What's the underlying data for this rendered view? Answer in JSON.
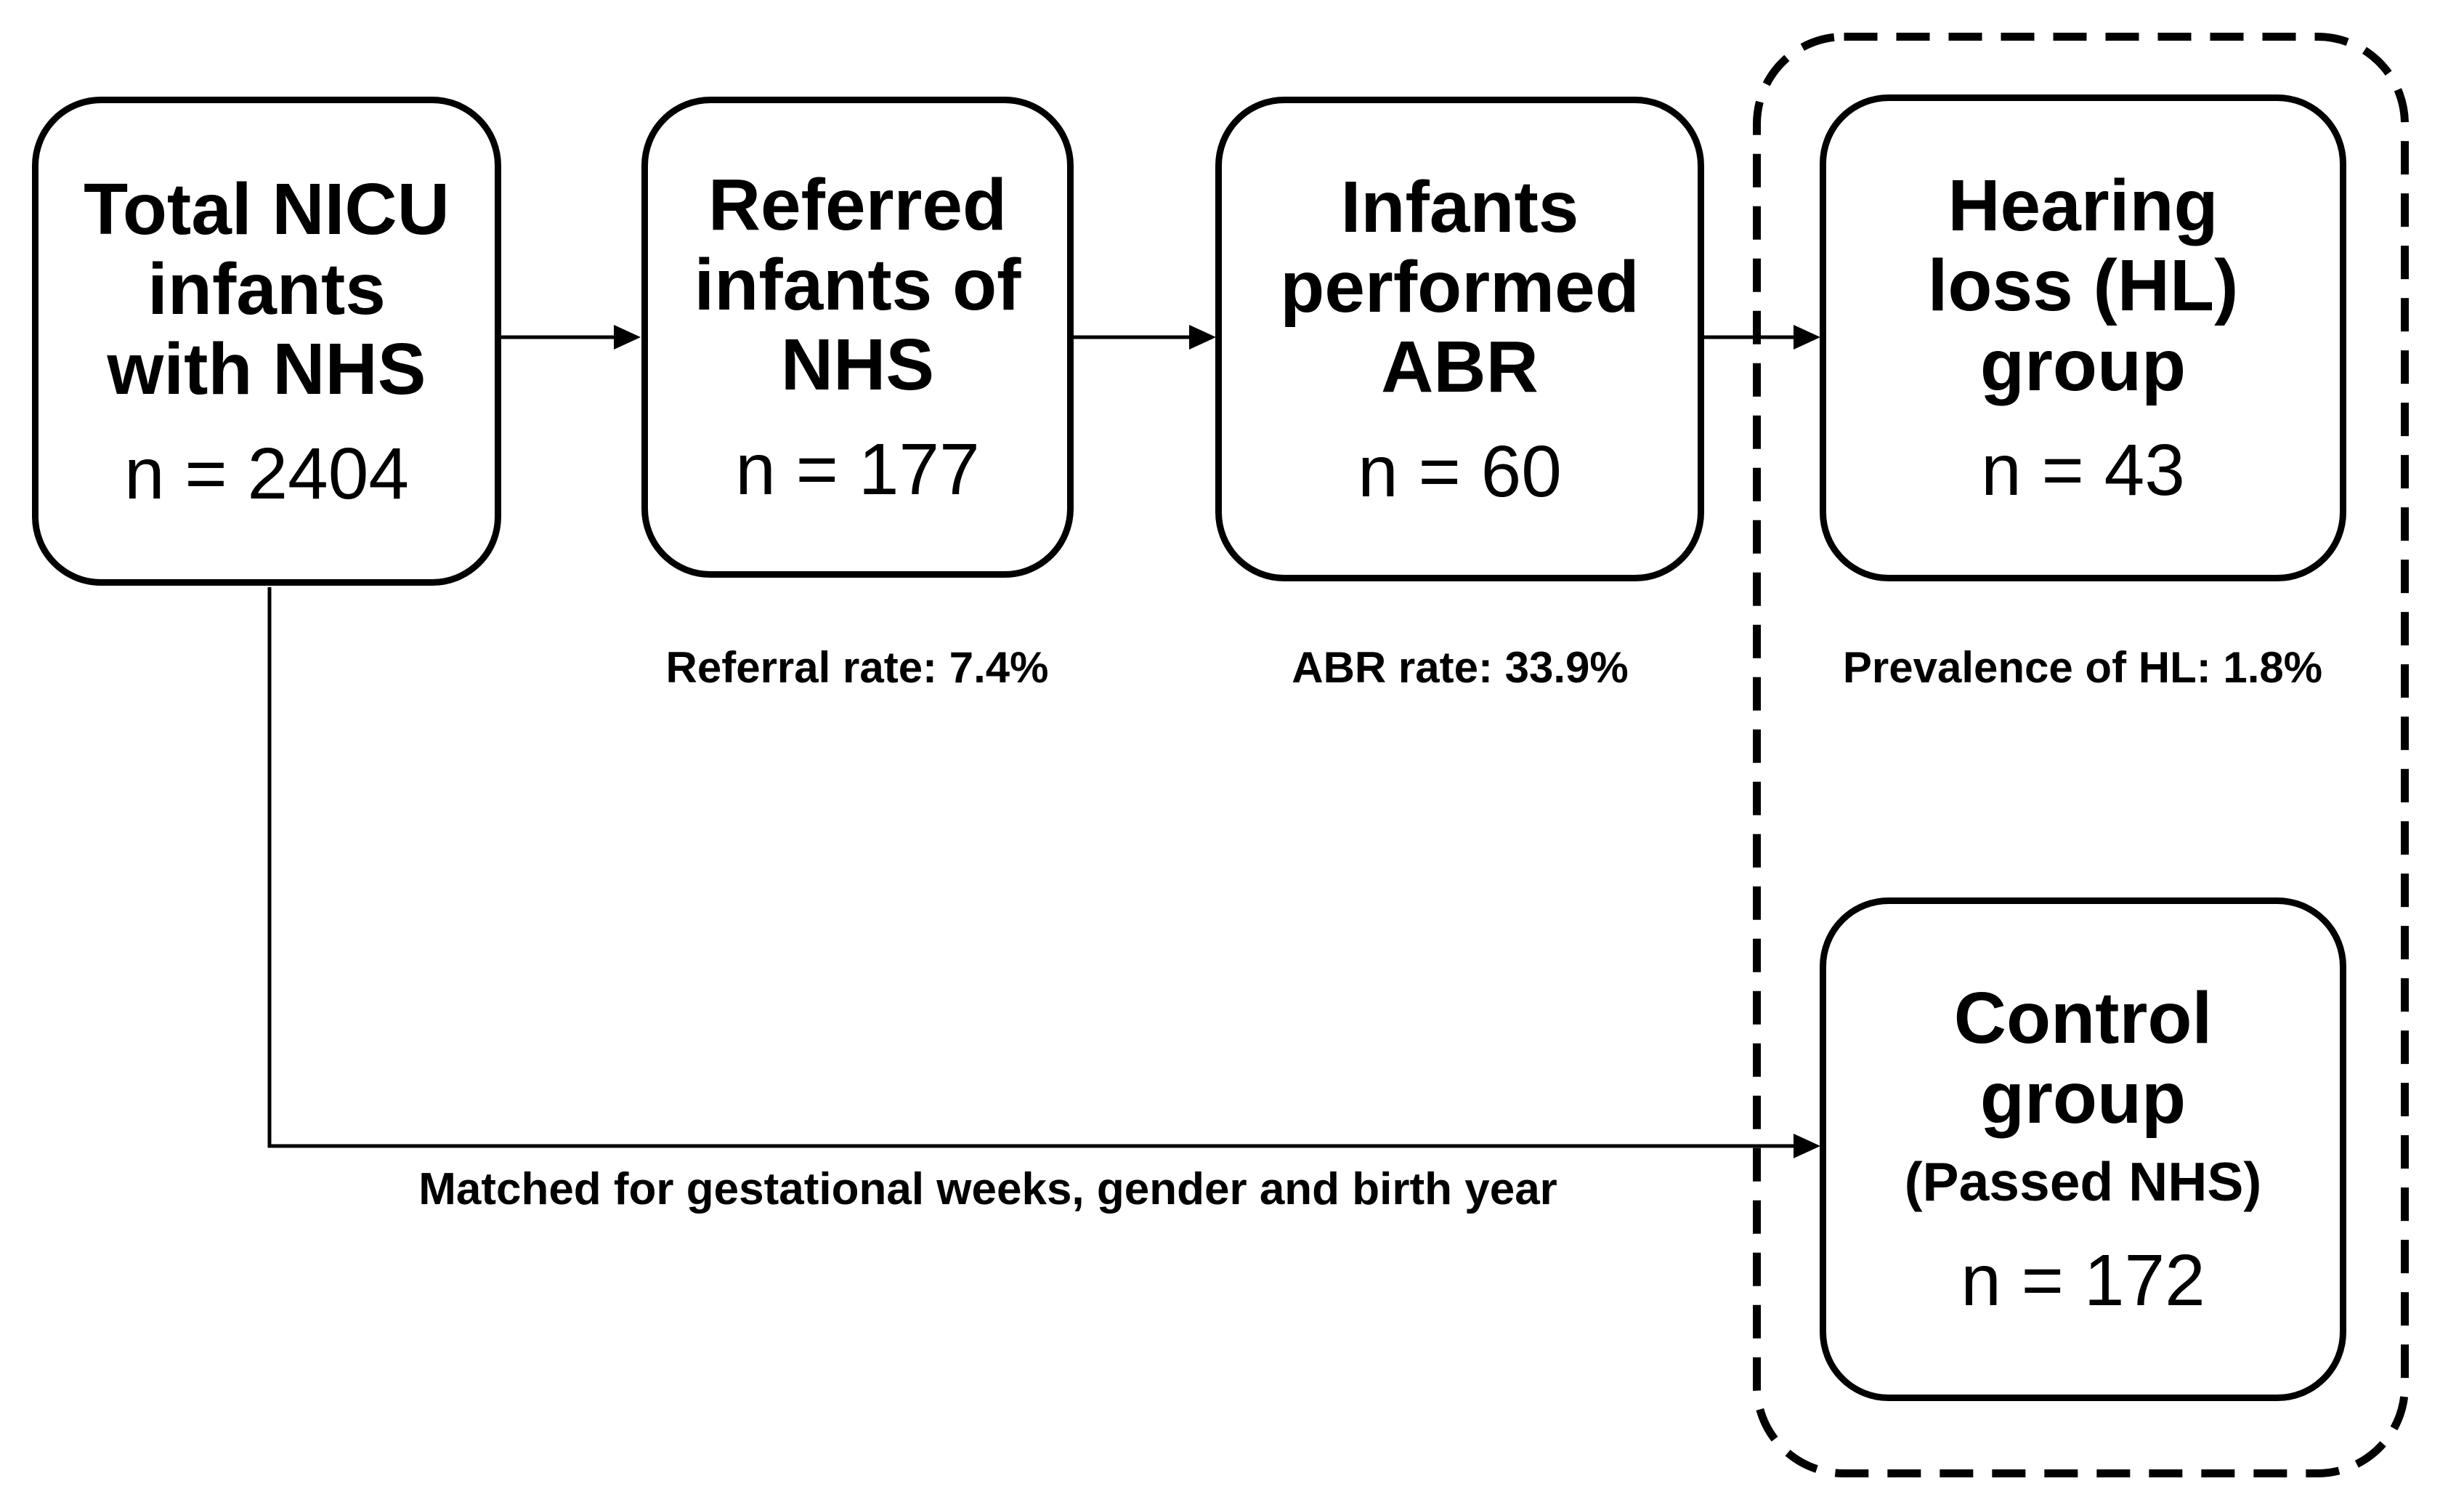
{
  "colors": {
    "ink": "#000000",
    "background": "#ffffff"
  },
  "diagram": {
    "boxes": [
      {
        "title_lines": [
          "Total NICU",
          "infants",
          "with NHS"
        ],
        "n_label": "n = 2404"
      },
      {
        "title_lines": [
          "Referred",
          "infants of",
          "NHS"
        ],
        "n_label": "n = 177",
        "caption": "Referral rate: 7.4%"
      },
      {
        "title_lines": [
          "Infants",
          "performed",
          "ABR"
        ],
        "n_label": "n = 60",
        "caption": "ABR rate: 33.9%"
      },
      {
        "title_lines": [
          "Hearing",
          "loss (HL)",
          "group"
        ],
        "n_label": "n = 43",
        "caption": "Prevalence of HL: 1.8%"
      },
      {
        "title_lines": [
          "Control",
          "group"
        ],
        "subtitle": "(Passed NHS)",
        "n_label": "n = 172"
      }
    ],
    "edge_label": "Matched for gestational weeks, gender and birth year"
  }
}
